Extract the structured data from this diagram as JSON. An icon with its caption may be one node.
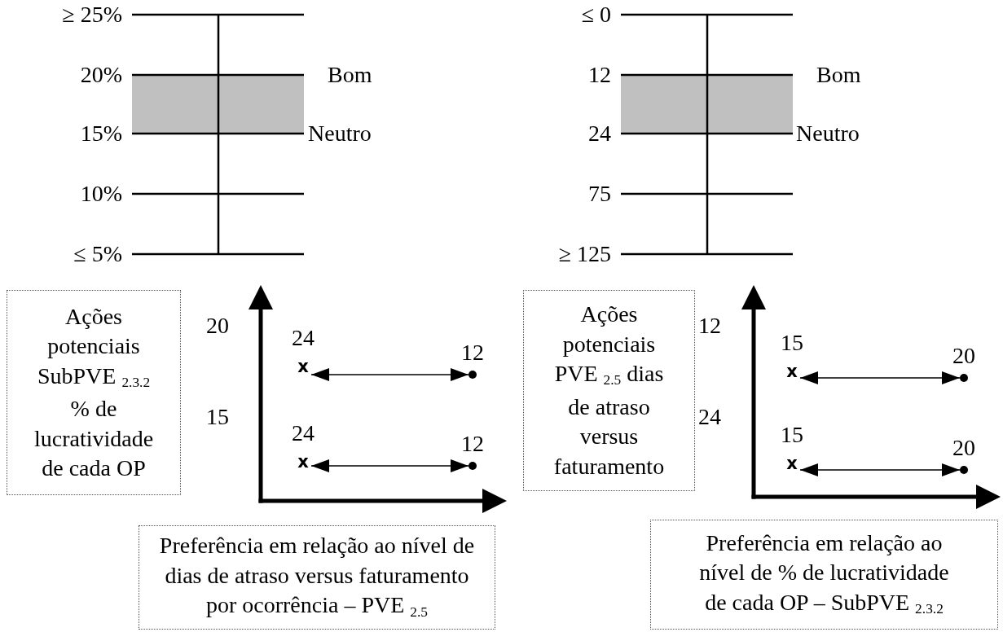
{
  "diagram": {
    "nodes": [
      {
        "text": [
          "Ações potenciais SubPVE $_{2.3.2}$ % de lucratividade de cada OP"
        ]
      },
      {
        "text": [
          "x"
        ],
        "beside": [
          "24"
        ]
      },
      {
        "text": [],
        "shape": "circle",
        "beside": [
          "12"
        ]
      },
      {
        "text": [
          "x"
        ],
        "beside": [
          "24"
        ]
      },
      {
        "text": [],
        "shape": "circle",
        "beside": [
          "12"
        ]
      },
      {
        "text": [
          "Ações potenciais PVE $_{2.5}$ dias de atraso versus faturamento"
        ]
      },
      {
        "text": [
          "x"
        ],
        "beside": [
          "15"
        ]
      },
      {
        "text": [],
        "shape": "circle",
        "beside": [
          "20"
        ]
      },
      {
        "text": [
          "x"
        ],
        "beside": [
          "15"
        ]
      },
      {
        "text": [],
        "shape": "circle",
        "beside": [
          "20"
        ]
      },
      {
        "text": [
          "Preferência em relação ao nível de dias de atraso versus faturamento por ocorrência – PVE $_{2.5}$"
        ]
      },
      {
        "text": [
          "Preferência em relação ao nível de % de lucratividade de cada OP – SubPVE $_{2.3.2}$"
        ]
      }
    ],
    "edges": [
      {
        "from": 1,
        "to": 2,
        "arrow": "both"
      },
      {
        "from": 3,
        "to": 4,
        "arrow": "both"
      },
      {
        "from": 6,
        "to": 7,
        "arrow": "both"
      },
      {
        "from": 8,
        "to": 9,
        "arrow": "both"
      }
    ],
    "labels": [
      "≥ 25%",
      "20%",
      "Bom",
      "15%",
      "Neutro",
      "10%",
      "≤ 5%",
      "≤ 0",
      "12",
      "Bom",
      "24",
      "Neutro",
      "75",
      "≥ 125",
      "20",
      "15",
      "12",
      "24"
    ]
  }
}
